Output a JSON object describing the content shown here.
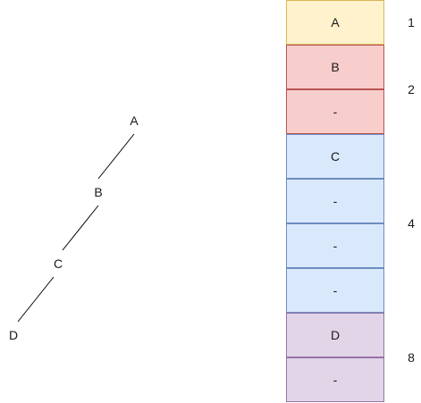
{
  "tree": {
    "nodes": [
      "A",
      "B",
      "C",
      "D"
    ]
  },
  "blocks": [
    {
      "count": "1",
      "fill": "#fff2cc",
      "border": "#d6b656",
      "cells": [
        "A"
      ]
    },
    {
      "count": "2",
      "fill": "#f8cecc",
      "border": "#b85450",
      "cells": [
        "B",
        "-"
      ]
    },
    {
      "count": "4",
      "fill": "#dae8fc",
      "border": "#6c8ebf",
      "cells": [
        "C",
        "-",
        "-",
        "-"
      ]
    },
    {
      "count": "8",
      "fill": "#e1d5e7",
      "border": "#9673a6",
      "cells": [
        "D",
        "-"
      ]
    }
  ]
}
